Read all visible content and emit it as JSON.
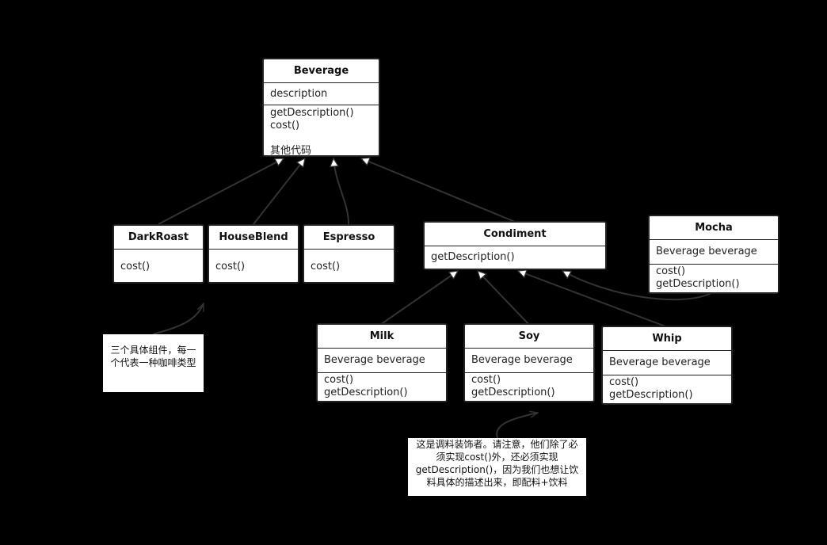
{
  "classes": {
    "beverage": {
      "name": "Beverage",
      "attrs": [
        "description"
      ],
      "methods": [
        "getDescription()",
        "cost()",
        "",
        "其他代码"
      ]
    },
    "darkroast": {
      "name": "DarkRoast",
      "methods": [
        "cost()"
      ]
    },
    "houseblend": {
      "name": "HouseBlend",
      "methods": [
        "cost()"
      ]
    },
    "espresso": {
      "name": "Espresso",
      "methods": [
        "cost()"
      ]
    },
    "condiment": {
      "name": "Condiment",
      "methods": [
        "getDescription()"
      ]
    },
    "mocha": {
      "name": "Mocha",
      "attrs": [
        "Beverage beverage"
      ],
      "methods": [
        "cost()",
        "getDescription()"
      ]
    },
    "milk": {
      "name": "Milk",
      "attrs": [
        "Beverage beverage"
      ],
      "methods": [
        "cost()",
        "getDescription()"
      ]
    },
    "soy": {
      "name": "Soy",
      "attrs": [
        "Beverage beverage"
      ],
      "methods": [
        "cost()",
        "getDescription()"
      ]
    },
    "whip": {
      "name": "Whip",
      "attrs": [
        "Beverage beverage"
      ],
      "methods": [
        "cost()",
        "getDescription()"
      ]
    }
  },
  "notes": {
    "components": "三个具体组件，每一个代表一种咖啡类型",
    "decorators": "这是调料装饰者。请注意，他们除了必须实现cost()外，还必须实现getDescription()，因为我们也想让饮料具体的描述出来，即配料+饮料"
  },
  "colors": {
    "background": "#000000",
    "box": "#ffffff",
    "line": "#333333"
  }
}
